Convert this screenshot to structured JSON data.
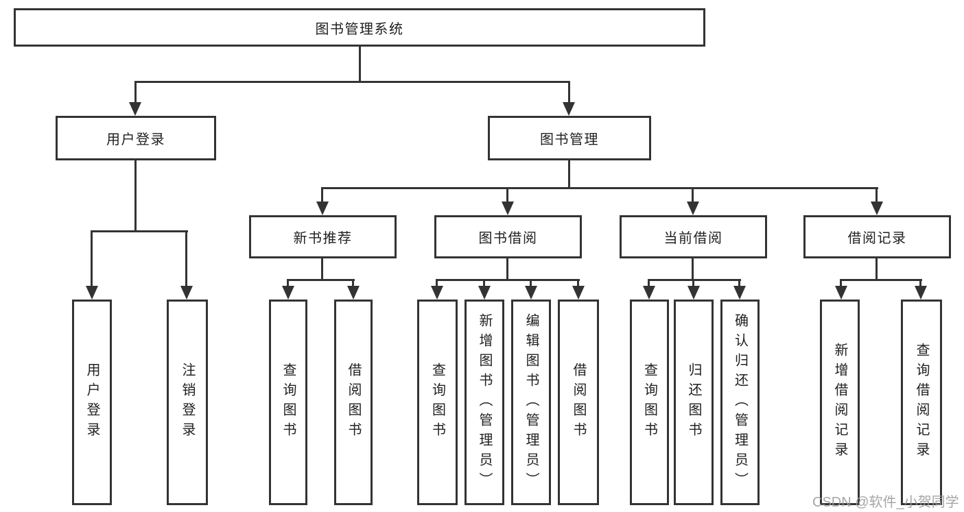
{
  "diagram": {
    "root": {
      "label": "图书管理系统"
    },
    "branches": [
      {
        "label": "用户登录",
        "children": [
          {
            "label": "用户登录"
          },
          {
            "label": "注销登录"
          }
        ]
      },
      {
        "label": "图书管理",
        "children": [
          {
            "label": "新书推荐",
            "children": [
              {
                "label": "查询图书"
              },
              {
                "label": "借阅图书"
              }
            ]
          },
          {
            "label": "图书借阅",
            "children": [
              {
                "label": "查询图书"
              },
              {
                "label": "新增图书（管理员）"
              },
              {
                "label": "编辑图书（管理员）"
              },
              {
                "label": "借阅图书"
              }
            ]
          },
          {
            "label": "当前借阅",
            "children": [
              {
                "label": "查询图书"
              },
              {
                "label": "归还图书"
              },
              {
                "label": "确认归还（管理员）"
              }
            ]
          },
          {
            "label": "借阅记录",
            "children": [
              {
                "label": "新增借阅记录"
              },
              {
                "label": "查询借阅记录"
              }
            ]
          }
        ]
      }
    ]
  },
  "watermark": {
    "text": "CSDN @软件_小贺同学",
    "color": "#9c9c9c"
  },
  "colors": {
    "line": "#333333",
    "box_border": "#333333",
    "text": "#212121",
    "background": "#ffffff"
  }
}
